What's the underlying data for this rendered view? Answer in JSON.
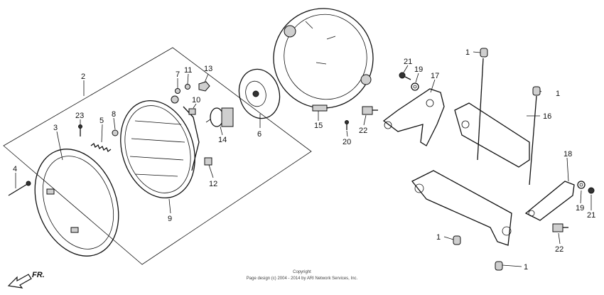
{
  "callouts": [
    {
      "id": "c1a",
      "text": "1"
    },
    {
      "id": "c1b",
      "text": "1"
    },
    {
      "id": "c1c",
      "text": "1"
    },
    {
      "id": "c1d",
      "text": "1"
    },
    {
      "id": "c2",
      "text": "2"
    },
    {
      "id": "c3",
      "text": "3"
    },
    {
      "id": "c4",
      "text": "4"
    },
    {
      "id": "c5",
      "text": "5"
    },
    {
      "id": "c6",
      "text": "6"
    },
    {
      "id": "c7",
      "text": "7"
    },
    {
      "id": "c8",
      "text": "8"
    },
    {
      "id": "c9",
      "text": "9"
    },
    {
      "id": "c10",
      "text": "10"
    },
    {
      "id": "c11",
      "text": "11"
    },
    {
      "id": "c12",
      "text": "12"
    },
    {
      "id": "c13",
      "text": "13"
    },
    {
      "id": "c14",
      "text": "14"
    },
    {
      "id": "c15",
      "text": "15"
    },
    {
      "id": "c16",
      "text": "16"
    },
    {
      "id": "c17",
      "text": "17"
    },
    {
      "id": "c18",
      "text": "18"
    },
    {
      "id": "c19a",
      "text": "19"
    },
    {
      "id": "c19b",
      "text": "19"
    },
    {
      "id": "c20",
      "text": "20"
    },
    {
      "id": "c21a",
      "text": "21"
    },
    {
      "id": "c21b",
      "text": "21"
    },
    {
      "id": "c22a",
      "text": "22"
    },
    {
      "id": "c22b",
      "text": "22"
    },
    {
      "id": "c23",
      "text": "23"
    }
  ],
  "direction_label": "FR.",
  "copyright": {
    "line1": "Copyright",
    "line2": "Page design (c) 2004 - 2014 by ARI Network Services, Inc."
  }
}
